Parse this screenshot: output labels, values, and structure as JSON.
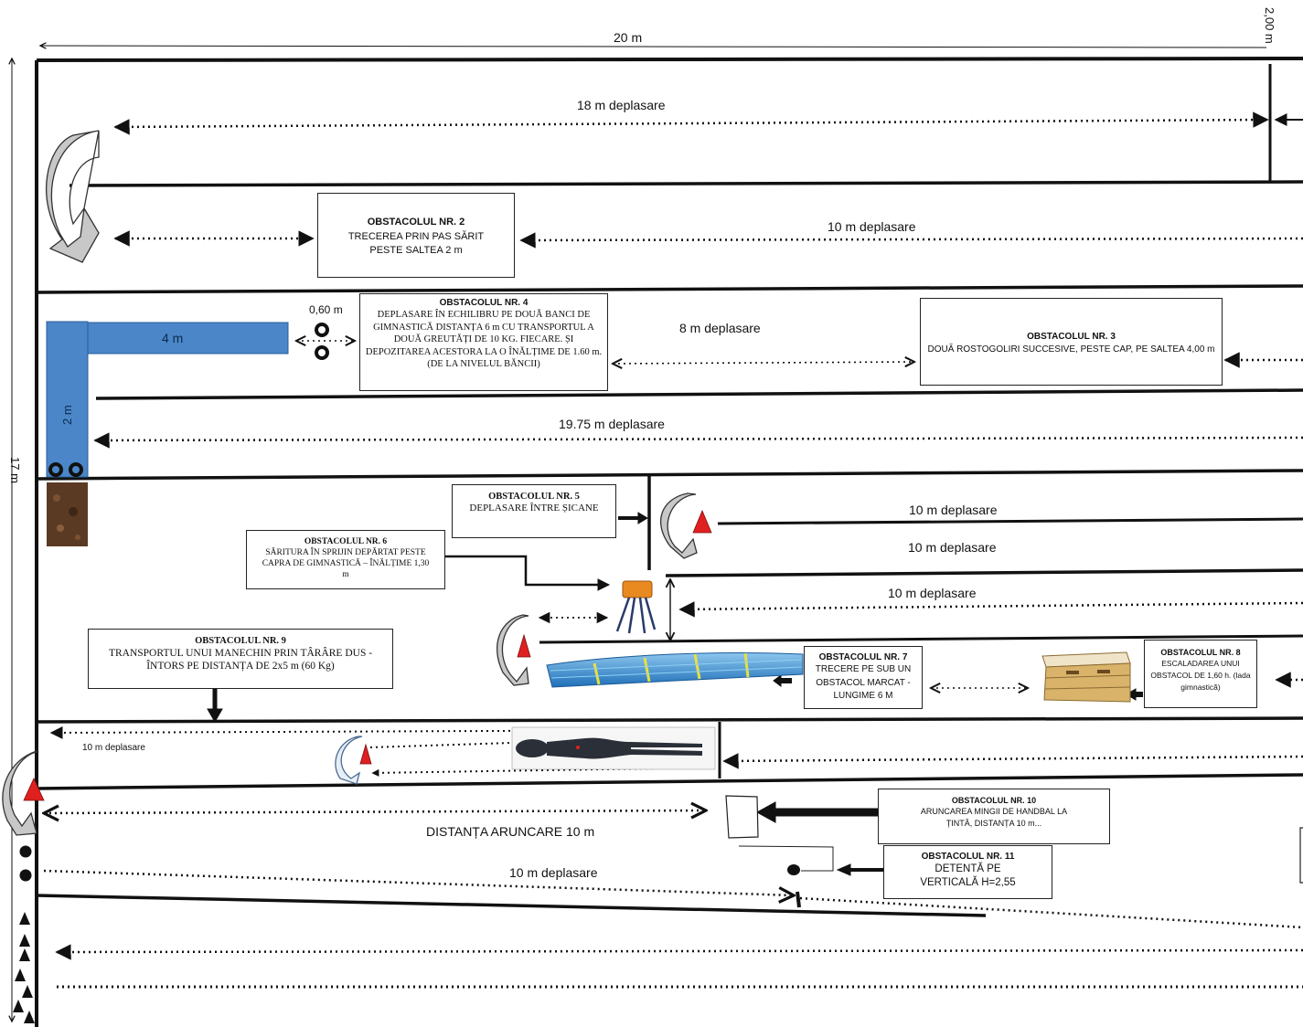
{
  "dims": {
    "width_total": "20 m",
    "height_total": "17 m",
    "right_edge": "2,00 m"
  },
  "distances": {
    "d18": "18 m deplasare",
    "d10_lane2": "10 m  deplasare",
    "d060": "0,60 m",
    "d4m": "4 m",
    "d2m": "2 m",
    "d8": "8 m deplasare",
    "d1975": "19.75 m deplasare",
    "d10_a": "10 m  deplasare",
    "d10_b": "10 m  deplasare",
    "d10_c": "10 m  deplasare",
    "d10_small": "10 m deplasare",
    "throw": "DISTANȚA ARUNCARE 10 m",
    "d10_bottom": "10 m  deplasare"
  },
  "obstacles": {
    "o2": {
      "title": "OBSTACOLUL NR. 2",
      "desc": "TRECEREA PRIN PAS SĂRIT PESTE SALTEA 2 m"
    },
    "o3": {
      "title": "OBSTACOLUL NR. 3",
      "desc": "DOUĂ ROSTOGOLIRI SUCCESIVE, PESTE CAP, PE SALTEA 4,00 m"
    },
    "o4": {
      "title": "OBSTACOLUL NR. 4",
      "desc": "DEPLASARE ÎN ECHILIBRU PE DOUĂ BANCI DE GIMNASTICĂ DISTANȚA 6 m CU TRANSPORTUL A DOUĂ GREUTĂȚI DE 10 KG. FIECARE. ȘI DEPOZITAREA ACESTORA LA O ÎNĂLȚIME DE 1.60 m. (DE LA NIVELUL BĂNCII)"
    },
    "o5": {
      "title": "OBSTACOLUL NR. 5",
      "desc": "DEPLASARE ÎNTRE ȘICANE"
    },
    "o6": {
      "title": "OBSTACOLUL NR. 6",
      "desc": "SĂRITURA ÎN SPRIJIN DEPĂRTAT PESTE CAPRA DE GIMNASTICĂ – ÎNĂLȚIME 1,30 m"
    },
    "o7": {
      "title": "OBSTACOLUL NR. 7",
      "desc": "TRECERE PE SUB UN OBSTACOL MARCAT - LUNGIME 6 M"
    },
    "o8": {
      "title": "OBSTACOLUL NR. 8",
      "desc": "ESCALADAREA UNUI OBSTACOL DE 1,60 h. (lada gimnastică)"
    },
    "o9": {
      "title": "OBSTACOLUL NR. 9",
      "desc": "TRANSPORTUL UNUI MANECHIN PRIN TÂRÂRE DUS - ÎNTORS PE DISTANȚA DE 2x5 m (60 Kg)"
    },
    "o10": {
      "title": "OBSTACOLUL NR. 10",
      "desc": "ARUNCAREA MINGII DE HANDBAL LA ȚINTĂ, DISTANȚA 10 m..."
    },
    "o11": {
      "title": "OBSTACOLUL NR. 11",
      "desc": "DETENTĂ PE VERTICALĂ H=2,55"
    }
  },
  "colors": {
    "bench": "#4a86c8",
    "cone": "#e02020",
    "mat": "#3a8fd0",
    "mat_stripe": "#e8e040",
    "box_wood": "#d9b36a",
    "arrow_grey": "#c8c8c8",
    "dummy": "#2a2f38",
    "horse": "#e88a20",
    "dirt": "#5a3a22"
  },
  "icons": [
    "u-turn-arrow-icon",
    "cone-icon",
    "weight-icon",
    "gym-horse-icon",
    "gym-mat-icon",
    "vaulting-box-icon",
    "dummy-icon",
    "target-board-icon",
    "ball-icon",
    "triangle-marker-icon"
  ]
}
